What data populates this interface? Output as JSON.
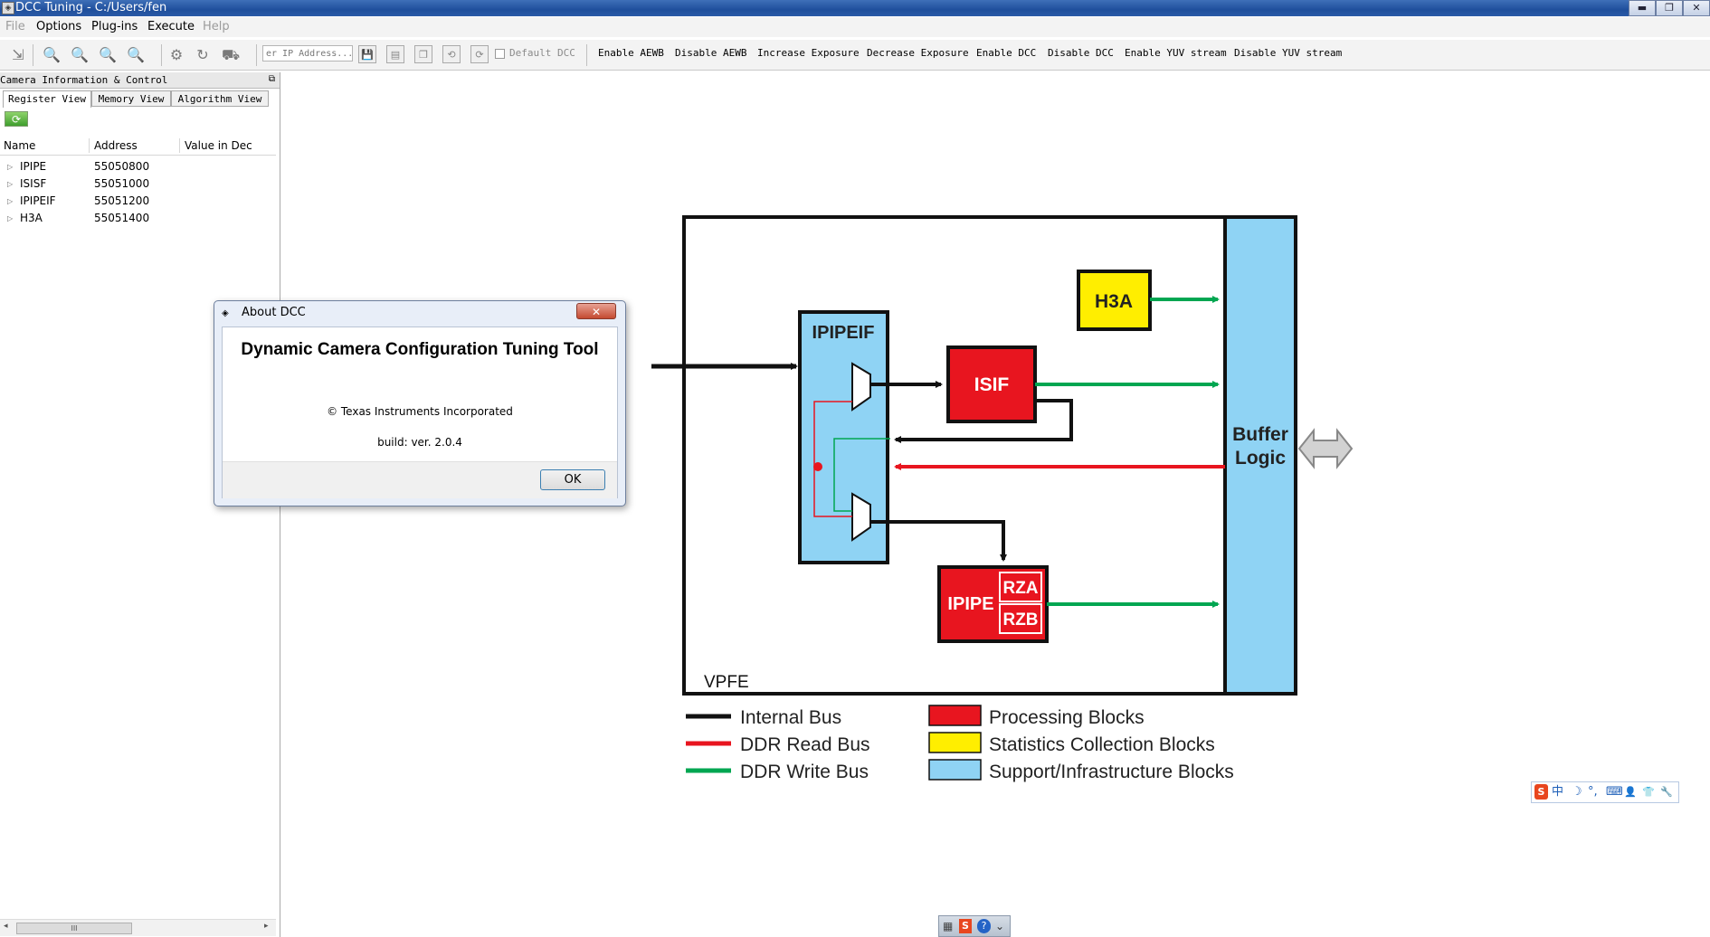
{
  "window": {
    "title": "DCC Tuning - C:/Users/fen",
    "minimize": "▬",
    "restore": "❐",
    "close": "✕"
  },
  "menu": [
    "File",
    "Options",
    "Plug-ins",
    "Execute",
    "Help"
  ],
  "toolbar": {
    "ip_placeholder": "er IP Address...",
    "default_dcc": "Default DCC",
    "actions": [
      "Enable AEWB",
      "Disable AEWB",
      "Increase Exposure",
      "Decrease Exposure",
      "Enable DCC",
      "Disable DCC",
      "Enable YUV stream",
      "Disable YUV stream"
    ]
  },
  "panel": {
    "title": "Camera Information & Control",
    "tabs": [
      "Register View",
      "Memory View",
      "Algorithm View"
    ],
    "columns": [
      "Name",
      "Address",
      "Value in Dec"
    ],
    "rows": [
      {
        "name": "IPIPE",
        "address": "55050800"
      },
      {
        "name": "ISISF",
        "address": "55051000"
      },
      {
        "name": "IPIPEIF",
        "address": "55051200"
      },
      {
        "name": "H3A",
        "address": "55051400"
      }
    ],
    "scroll_grip": "III"
  },
  "diagram": {
    "blocks": {
      "ipipeif": "IPIPEIF",
      "isif": "ISIF",
      "h3a": "H3A",
      "ipipe": "IPIPE",
      "rza": "RZA",
      "rzb": "RZB",
      "buffer_line1": "Buffer",
      "buffer_line2": "Logic",
      "vpfe": "VPFE"
    },
    "legend": {
      "internal_bus": "Internal Bus",
      "ddr_read": "DDR Read Bus",
      "ddr_write": "DDR Write Bus",
      "processing": "Processing Blocks",
      "statistics": "Statistics Collection Blocks",
      "support": "Support/Infrastructure Blocks"
    },
    "colors": {
      "processing": "#e8151f",
      "statistics": "#ffee00",
      "support": "#8fd3f4",
      "internal": "#111111",
      "read": "#e8151f",
      "write": "#00a651"
    }
  },
  "about": {
    "title": "About DCC",
    "heading": "Dynamic Camera Configuration Tuning Tool",
    "copyright": "© Texas Instruments Incorporated",
    "build": "build: ver. 2.0.4",
    "ok": "OK"
  },
  "ime": {
    "items": [
      "S",
      "中",
      "☽",
      "°,",
      "⌨",
      "👤",
      "👕",
      "🔧"
    ]
  },
  "taskbar_mini": [
    "▦",
    "S",
    "?",
    "⌄"
  ]
}
